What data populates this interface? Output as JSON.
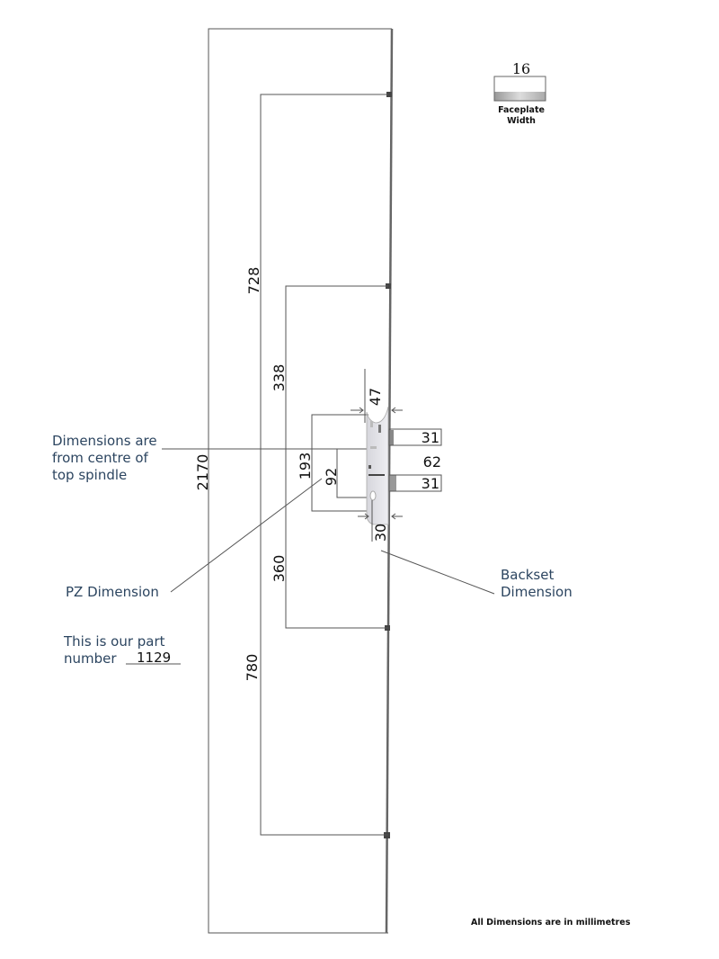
{
  "dimensions": {
    "overall_height": "2170",
    "top_hook": "728",
    "bottom_hook": "780",
    "top_roller": "338",
    "bottom_roller": "360",
    "gearbox_height": "193",
    "pz": "92",
    "gearbox_top": "47",
    "backset_offset": "30",
    "latch_upper": "31",
    "latch_lower": "31",
    "latch_span": "62"
  },
  "faceplate_width": {
    "value": "16",
    "label_line1": "Faceplate",
    "label_line2": "Width"
  },
  "notes": {
    "spindle_line1": "Dimensions are",
    "spindle_line2": "from centre of",
    "spindle_line3": "top spindle",
    "pz_label": "PZ Dimension",
    "backset_line1": "Backset",
    "backset_line2": "Dimension",
    "part_line1": "This is our part",
    "part_line2": "number",
    "part_number": "1129",
    "units": "All Dimensions are in millimetres"
  }
}
